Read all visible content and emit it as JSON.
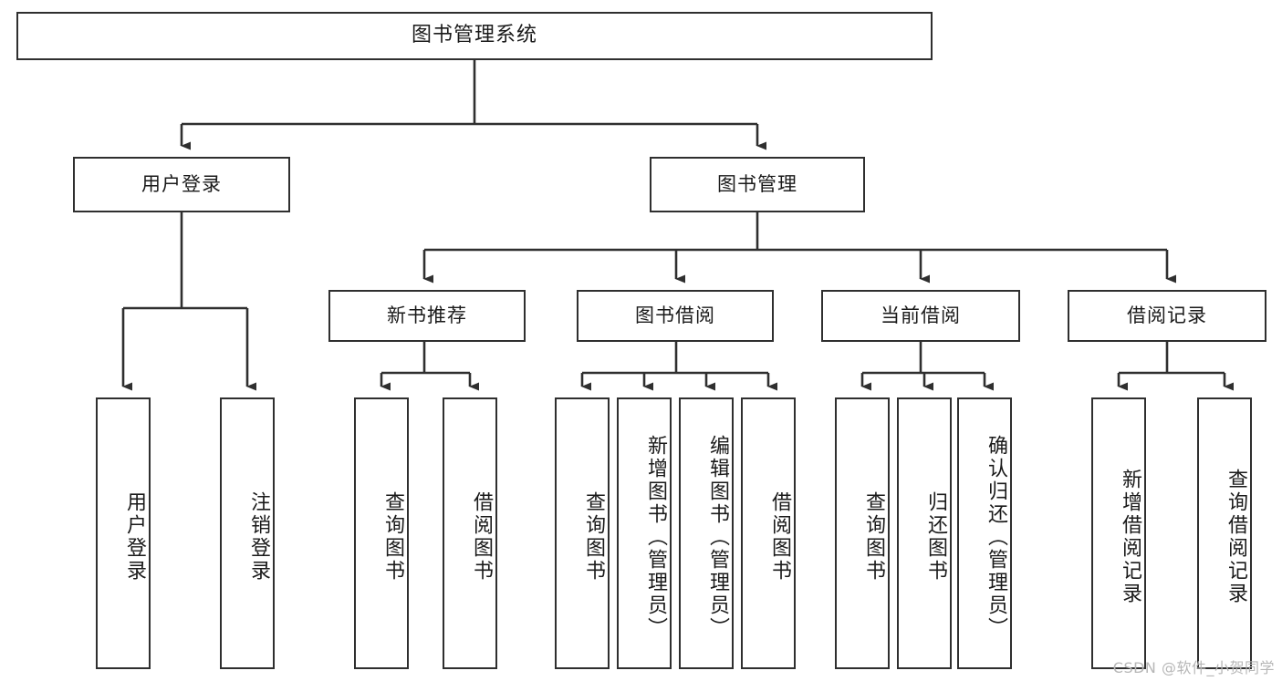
{
  "diagram": {
    "title": "图书管理系统",
    "watermark": "CSDN @软件_小贺同学",
    "type": "tree-hierarchy",
    "orientation": "top-down",
    "line_color": "#2f2f2f",
    "box_fill": "#ffffff",
    "text_color": "#1a1a1a",
    "watermark_color": "#b7b7b7"
  },
  "nodes": {
    "root": {
      "label": "图书管理系统",
      "level": 0
    },
    "level1": [
      {
        "id": "user-login",
        "label": "用户登录"
      },
      {
        "id": "book-manage",
        "label": "图书管理"
      }
    ],
    "level2": [
      {
        "id": "new-book-recommend",
        "label": "新书推荐",
        "parent": "book-manage"
      },
      {
        "id": "book-borrow",
        "label": "图书借阅",
        "parent": "book-manage"
      },
      {
        "id": "current-borrow",
        "label": "当前借阅",
        "parent": "book-manage"
      },
      {
        "id": "borrow-record",
        "label": "借阅记录",
        "parent": "book-manage"
      }
    ],
    "leaves": {
      "user-login": [
        {
          "id": "leaf-user-login",
          "label": "用户登录"
        },
        {
          "id": "leaf-user-logout",
          "label": "注销登录"
        }
      ],
      "new-book-recommend": [
        {
          "id": "leaf-query-book-1",
          "label": "查询图书"
        },
        {
          "id": "leaf-borrow-book-1",
          "label": "借阅图书"
        }
      ],
      "book-borrow": [
        {
          "id": "leaf-query-book-2",
          "label": "查询图书"
        },
        {
          "id": "leaf-add-book",
          "label": "新增图书（管理员）"
        },
        {
          "id": "leaf-edit-book",
          "label": "编辑图书（管理员）"
        },
        {
          "id": "leaf-borrow-book-2",
          "label": "借阅图书"
        }
      ],
      "current-borrow": [
        {
          "id": "leaf-query-book-3",
          "label": "查询图书"
        },
        {
          "id": "leaf-return-book",
          "label": "归还图书"
        },
        {
          "id": "leaf-confirm-return",
          "label": "确认归还（管理员）"
        }
      ],
      "borrow-record": [
        {
          "id": "leaf-add-record",
          "label": "新增借阅记录"
        },
        {
          "id": "leaf-query-record",
          "label": "查询借阅记录"
        }
      ]
    }
  }
}
